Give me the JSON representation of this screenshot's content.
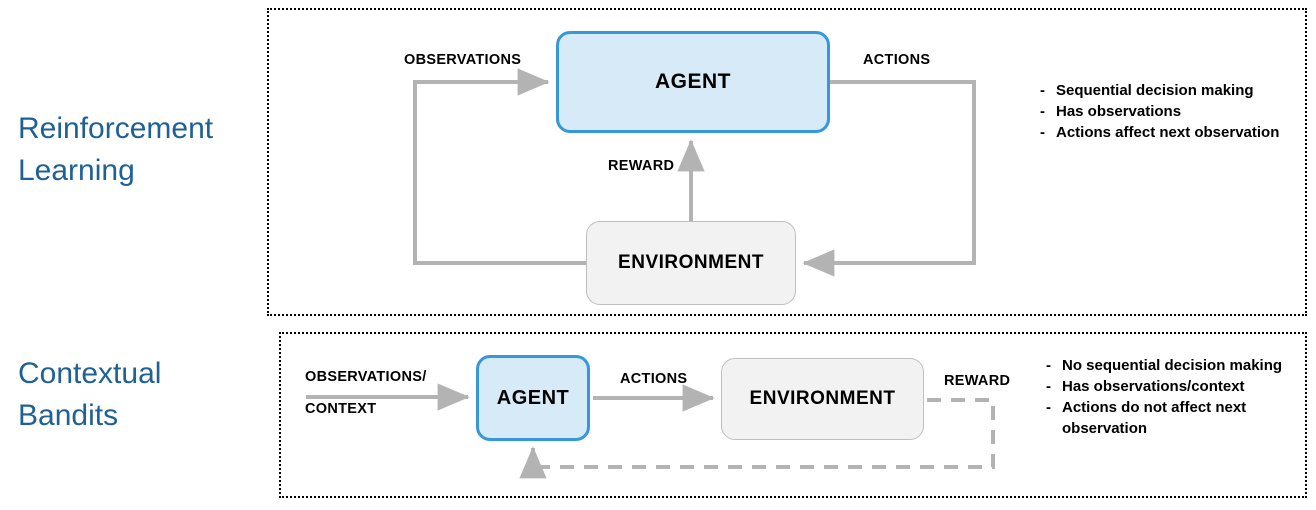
{
  "sections": [
    {
      "id": "reinforcement-learning",
      "title": "Reinforcement\nLearning",
      "nodes": {
        "agent": "AGENT",
        "environment": "ENVIRONMENT"
      },
      "edge_labels": {
        "observations": "OBSERVATIONS",
        "actions": "ACTIONS",
        "reward": "REWARD"
      },
      "bullets": [
        "Sequential decision making",
        "Has observations",
        "Actions affect next observation"
      ]
    },
    {
      "id": "contextual-bandits",
      "title": "Contextual\nBandits",
      "nodes": {
        "agent": "AGENT",
        "environment": "ENVIRONMENT"
      },
      "edge_labels": {
        "observations_line1": "OBSERVATIONS/",
        "observations_line2": "CONTEXT",
        "actions": "ACTIONS",
        "reward": "REWARD"
      },
      "bullets": [
        "No sequential decision making",
        "Has observations/context",
        "Actions do not affect next observation"
      ]
    }
  ],
  "bullet_marker": "-",
  "colors": {
    "title_blue": "#1f6095",
    "agent_fill": "#d6eaf8",
    "agent_border": "#3498db",
    "environment_fill": "#f2f2f2",
    "environment_border": "#bfbfbf",
    "arrow_gray": "#b3b3b3",
    "panel_border": "#000000",
    "text": "#000000"
  }
}
